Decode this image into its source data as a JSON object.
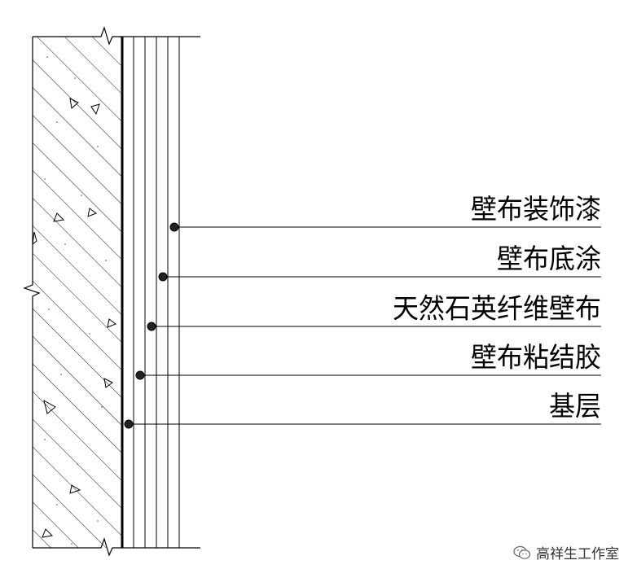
{
  "labels": [
    {
      "id": "decor-paint",
      "text": "壁布装饰漆"
    },
    {
      "id": "base-coat",
      "text": "壁布底涂"
    },
    {
      "id": "quartz-fabric",
      "text": "天然石英纤维壁布"
    },
    {
      "id": "adhesive",
      "text": "壁布粘结胶"
    },
    {
      "id": "substrate",
      "text": "基层"
    }
  ],
  "watermark": {
    "text": "高祥生工作室",
    "icon": "wechat-icon"
  }
}
